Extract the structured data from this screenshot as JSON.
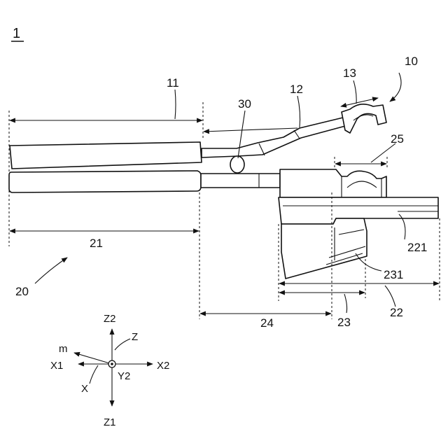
{
  "figure": {
    "number": "1",
    "labels": {
      "assembly": "10",
      "upper_handle": "11",
      "upper_arm": "12",
      "upper_jaw": "13",
      "lower_assembly": "20",
      "lower_handle": "21",
      "blade": "22",
      "blade_edge": "221",
      "lower_jaw": "23",
      "jaw_edge": "231",
      "shank": "24",
      "lower_crimp": "25",
      "spring": "30"
    },
    "axes": {
      "z2": "Z2",
      "z1": "Z1",
      "x1": "X1",
      "x2": "X2",
      "y2": "Y2",
      "z": "Z",
      "x": "X",
      "m": "m"
    }
  }
}
